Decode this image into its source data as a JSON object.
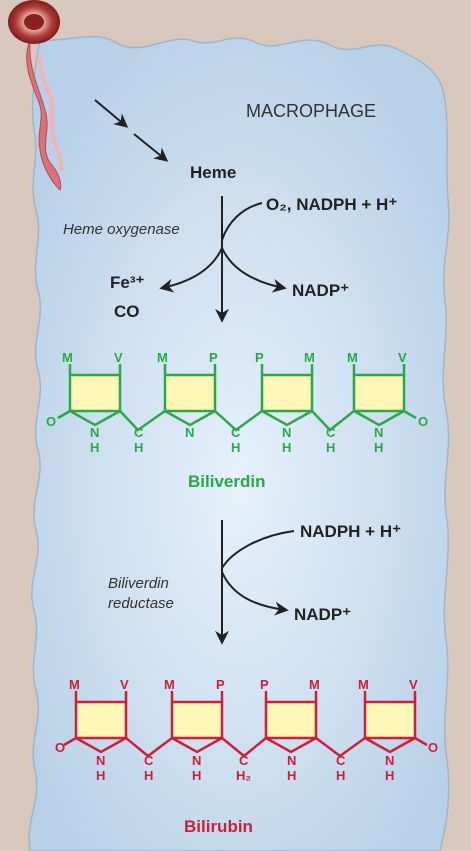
{
  "title": "MACROPHAGE",
  "colors": {
    "background": "#d9c8bd",
    "cell": "#bcd4ea",
    "cell_center": "#e6f1fb",
    "ring_fill": "#fff7b8",
    "biliverdin": "#2aa84a",
    "bilirubin": "#cc1f3a",
    "text": "#222222"
  },
  "labels": {
    "heme": "Heme",
    "o2_nadph": "O₂, NADPH + H⁺",
    "heme_oxygenase": "Heme oxygenase",
    "fe": "Fe³⁺",
    "co": "CO",
    "nadp1": "NADP⁺",
    "nadph2": "NADPH + H⁺",
    "enzyme2_line1": "Biliverdin",
    "enzyme2_line2": "reductase",
    "nadp2": "NADP⁺",
    "biliverdin": "Biliverdin",
    "bilirubin": "Bilirubin"
  },
  "biliverdin_struct": {
    "ring1_top_left": "M",
    "ring1_top_right": "V",
    "ring2_top_left": "M",
    "ring2_top_right": "P",
    "ring3_top_left": "P",
    "ring3_top_right": "M",
    "ring4_top_left": "M",
    "ring4_top_right": "V",
    "o_left": "O",
    "o_right": "O",
    "n1": "N",
    "h1": "H",
    "ch1_c": "C",
    "ch1_h": "H",
    "n2": "N",
    "ch2_c": "C",
    "ch2_h": "H",
    "n3": "N",
    "h3": "H",
    "ch3_c": "C",
    "ch3_h": "H",
    "n4": "N",
    "h4": "H"
  },
  "bilirubin_struct": {
    "ring1_top_left": "M",
    "ring1_top_right": "V",
    "ring2_top_left": "M",
    "ring2_top_right": "P",
    "ring3_top_left": "P",
    "ring3_top_right": "M",
    "ring4_top_left": "M",
    "ring4_top_right": "V",
    "o_left": "O",
    "o_right": "O",
    "n1": "N",
    "h1": "H",
    "ch1_c": "C",
    "ch1_h": "H",
    "n2": "N",
    "h2": "H",
    "ch2_c": "C",
    "ch2_h": "H₂",
    "n3": "N",
    "h3": "H",
    "ch3_c": "C",
    "ch3_h": "H",
    "n4": "N",
    "h4": "H"
  }
}
